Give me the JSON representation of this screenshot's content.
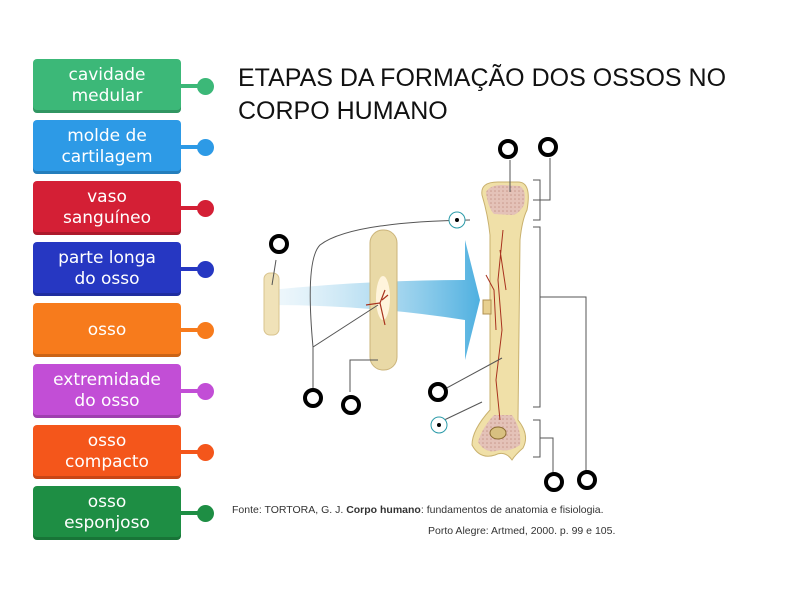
{
  "title": "ETAPAS DA FORMAÇÃO DOS OSSOS NO CORPO HUMANO",
  "tiles": [
    {
      "label": "cavidade\nmedular",
      "color": "#3cb878"
    },
    {
      "label": "molde de\ncartilagem",
      "color": "#2d9ae6"
    },
    {
      "label": "vaso\nsanguíneo",
      "color": "#d41f35"
    },
    {
      "label": "parte longa\ndo osso",
      "color": "#2637c2"
    },
    {
      "label": "osso",
      "color": "#f77b1c"
    },
    {
      "label": "extremidade\ndo osso",
      "color": "#c24ed6"
    },
    {
      "label": "osso\ncompacto",
      "color": "#f4561b"
    },
    {
      "label": "osso\nesponjoso",
      "color": "#1e8e44"
    }
  ],
  "source": {
    "prefix": "Fonte: TORTORA, G. J. ",
    "book": "Corpo humano",
    "suffix": ": fundamentos de anatomia e fisiologia.",
    "line2": "Porto Alegre: Artmed, 2000. p. 99 e 105."
  }
}
